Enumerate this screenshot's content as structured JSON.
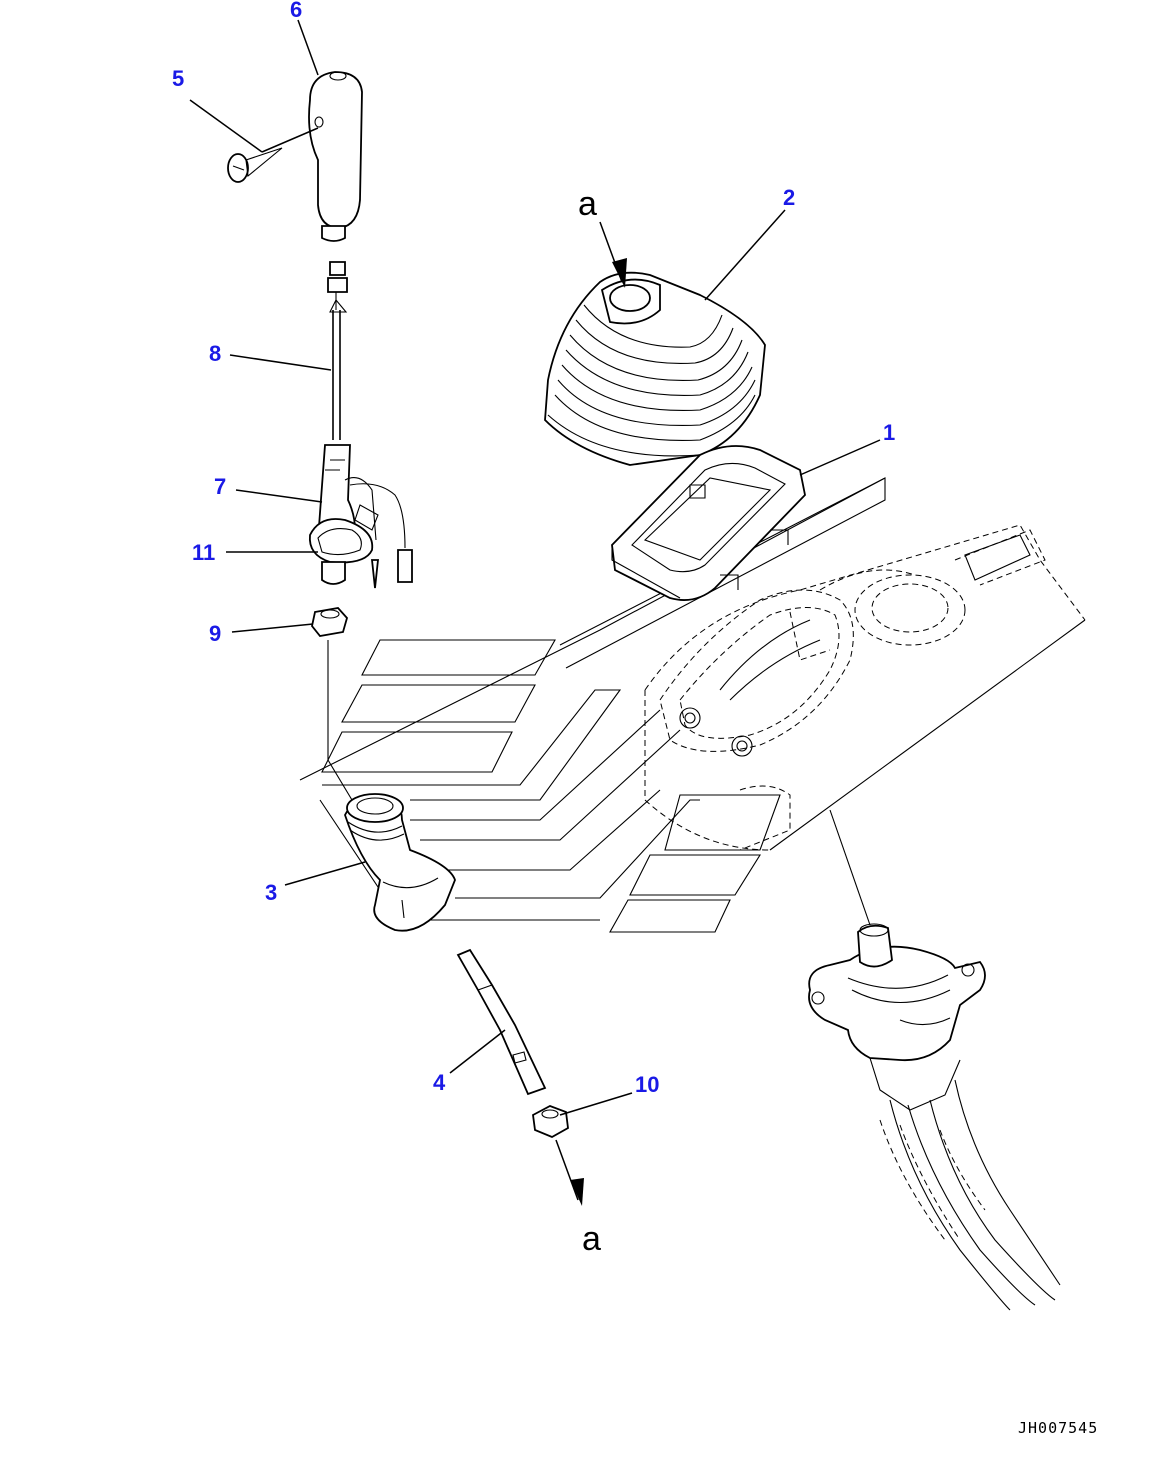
{
  "diagram": {
    "callouts": [
      {
        "id": "1",
        "label": "1"
      },
      {
        "id": "2",
        "label": "2"
      },
      {
        "id": "3",
        "label": "3"
      },
      {
        "id": "4",
        "label": "4"
      },
      {
        "id": "5",
        "label": "5"
      },
      {
        "id": "6",
        "label": "6"
      },
      {
        "id": "7",
        "label": "7"
      },
      {
        "id": "8",
        "label": "8"
      },
      {
        "id": "9",
        "label": "9"
      },
      {
        "id": "10",
        "label": "10"
      },
      {
        "id": "11",
        "label": "11"
      }
    ],
    "view_refs": {
      "top": "a",
      "bottom": "a"
    },
    "drawing_code": "JH007545",
    "colors": {
      "callout": "#1a1ae6",
      "line": "#000000",
      "background": "#ffffff"
    }
  }
}
